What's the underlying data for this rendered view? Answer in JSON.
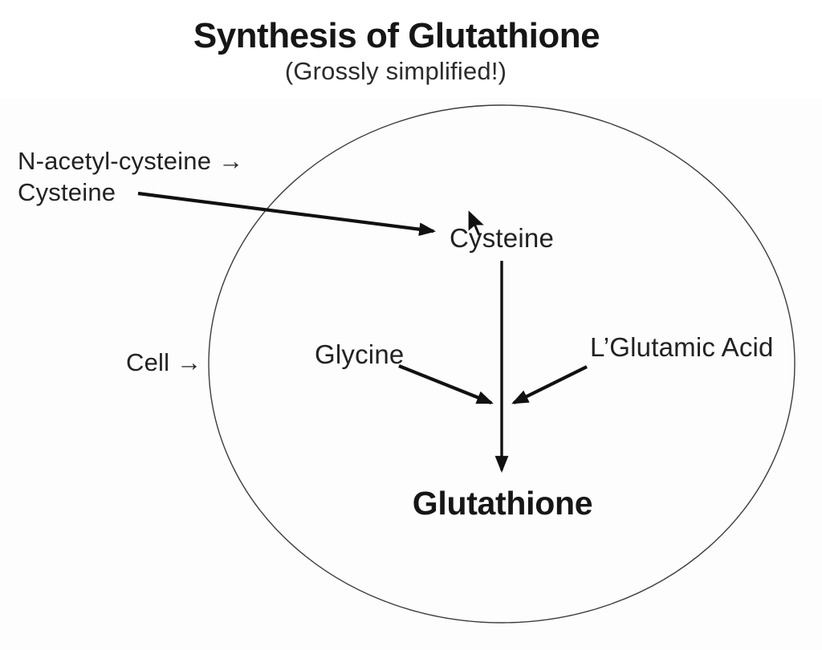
{
  "page": {
    "title": "Synthesis of Glutathione",
    "subtitle": "(Grossly simplified!)"
  },
  "diagram": {
    "type": "flow-diagram",
    "cell_label": "Cell →",
    "external_input": {
      "line1": "N-acetyl-cysteine →",
      "line2": "Cysteine"
    },
    "nodes": {
      "cysteine": "Cysteine",
      "glycine": "Glycine",
      "glutamic_acid": "L’Glutamic Acid",
      "glutathione": "Glutathione"
    },
    "edges": [
      {
        "from": "N-acetyl-cysteine / Cysteine (outside cell)",
        "to": "Cysteine"
      },
      {
        "from": "Cysteine",
        "to": "Glutathione"
      },
      {
        "from": "Glycine",
        "to": "Glutathione"
      },
      {
        "from": "L’Glutamic Acid",
        "to": "Glutathione"
      }
    ],
    "container": "cell (ellipse)",
    "colors": {
      "ink": "#111111",
      "ellipse_stroke": "#3d3d3d",
      "text": "#222222",
      "background": "#ffffff"
    }
  },
  "cursor": {
    "icon": "arrow-pointer"
  }
}
